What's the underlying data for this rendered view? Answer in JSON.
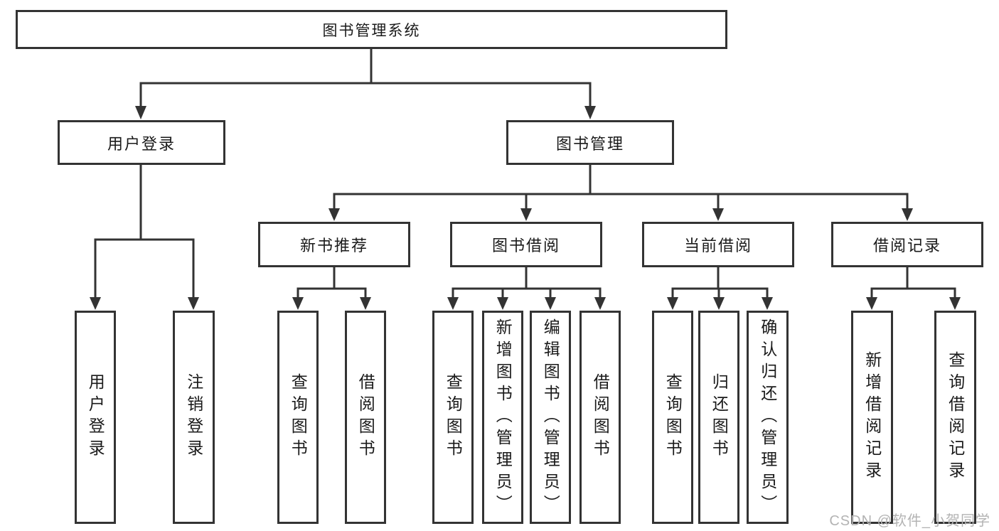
{
  "diagram": {
    "root": {
      "label": "图书管理系统"
    },
    "branches": [
      {
        "label": "用户登录",
        "children": [
          {
            "label": "用户登录"
          },
          {
            "label": "注销登录"
          }
        ]
      },
      {
        "label": "图书管理",
        "children": [
          {
            "label": "新书推荐",
            "children": [
              {
                "label": "查询图书"
              },
              {
                "label": "借阅图书"
              }
            ]
          },
          {
            "label": "图书借阅",
            "children": [
              {
                "label": "查询图书"
              },
              {
                "label": "新增图书（管理员）"
              },
              {
                "label": "编辑图书（管理员）"
              },
              {
                "label": "借阅图书"
              }
            ]
          },
          {
            "label": "当前借阅",
            "children": [
              {
                "label": "查询图书"
              },
              {
                "label": "归还图书"
              },
              {
                "label": "确认归还（管理员）"
              }
            ]
          },
          {
            "label": "借阅记录",
            "children": [
              {
                "label": "新增借阅记录"
              },
              {
                "label": "查询借阅记录"
              }
            ]
          }
        ]
      }
    ]
  },
  "watermark": {
    "text": "CSDN @软件_小贺同学"
  },
  "colors": {
    "line": "#333333",
    "border": "#333333",
    "text": "#1a1a1a",
    "background": "#ffffff",
    "watermark": "#b3b3b3"
  }
}
